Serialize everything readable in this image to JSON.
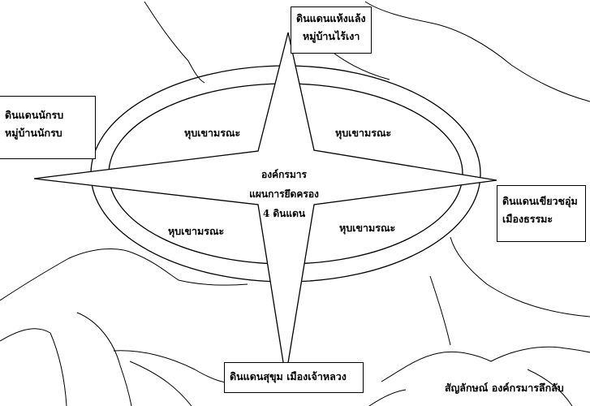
{
  "diagram": {
    "center": [
      "องค์กรมาร",
      "แผนการยึดครอง",
      "4 ดินแดน"
    ],
    "quadrants": {
      "top_left": "หุบเขามรณะ",
      "top_right": "หุบเขามรณะ",
      "bottom_left": "หุบเขามรณะ",
      "bottom_right": "หุบเขามรณะ"
    },
    "lands": {
      "north": [
        "ดินแดนแห้งแล้ง",
        "หมู่บ้านไร้เงา"
      ],
      "west": [
        "ดินแดนนักรบ",
        "หมู่บ้านนักรบ"
      ],
      "east": [
        "ดินแดนเขียวชอุ่ม",
        "เมืองธรรมะ"
      ],
      "south": [
        "ดินแดนสุขุม เมืองเจ้าหลวง"
      ]
    },
    "caption": "สัญลักษณ์ องค์กรมารลึกลับ"
  }
}
